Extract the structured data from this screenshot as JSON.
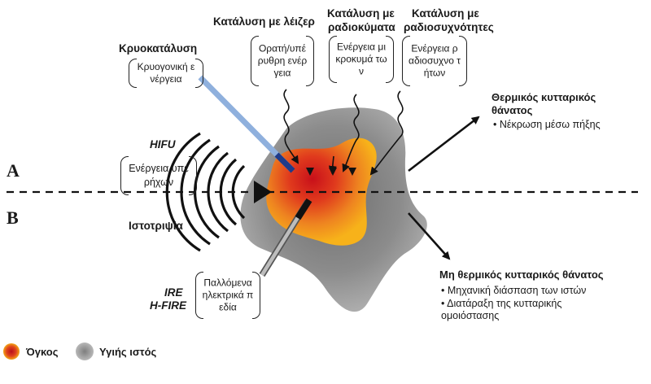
{
  "cryoablation": {
    "title": "Κρυοκατάλυση",
    "box": "Κρυογονική ενέργεια"
  },
  "laser": {
    "title": "Κατάλυση με λέιζερ",
    "box": "Ορατή/υπέ ρυθρη ενέργεια"
  },
  "microwave": {
    "title_line1": "Κατάλυση με",
    "title_line2": "ραδιοκύματα",
    "box": "Ενέργεια μικροκυμά των"
  },
  "radiofrequency": {
    "title_line1": "Κατάλυση με",
    "title_line2": "ραδιοσυχνότητες",
    "box": "Ενέργεια ραδιοσυχνο τήτων"
  },
  "hifu": {
    "label": "HIFU",
    "box": "Ενέργεια υπερήχων",
    "histotripsy": "Ιστοτριψία"
  },
  "ire": {
    "label_line1": "IRE",
    "label_line2": "H-FIRE",
    "box": "Παλλόμενα ηλεκτρικά πεδία"
  },
  "thermal": {
    "title_line1": "Θερμικός κυτταρικός",
    "title_line2": "θάνατος",
    "bullets": [
      "Νέκρωση μέσω πήξης"
    ]
  },
  "nonthermal": {
    "title": "Μη θερμικός κυτταρικός θάνατος",
    "bullets": [
      "Μηχανική διάσπαση των ιστών",
      "Διατάραξη της κυτταρικής ομοιόστασης"
    ]
  },
  "axis": {
    "a": "A",
    "b": "B"
  },
  "legend": {
    "tumor": "Όγκος",
    "healthy": "Υγιής ιστός"
  },
  "colors": {
    "tumor_core": "#d9241c",
    "tumor_edge": "#f2a516",
    "healthy": "#9a9a9a",
    "cryo_probe": "#8fb0dd"
  }
}
